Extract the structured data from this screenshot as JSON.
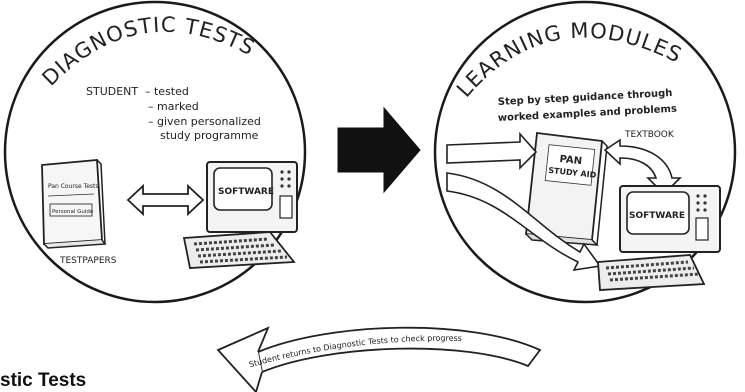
{
  "diagnostic": {
    "title": "DIAGNOSTIC TESTS",
    "student_label": "STUDENT",
    "steps": [
      "– tested",
      "– marked",
      "– given personalized",
      "study programme"
    ],
    "testpapers_label": "TESTPAPERS",
    "software_label": "SOFTWARE",
    "booklet_title": "Pan Course Tests",
    "booklet_subtitle": "Personal Guide"
  },
  "learning": {
    "title": "LEARNING MODULES",
    "guidance_line1": "Step by step guidance through",
    "guidance_line2": "worked examples and problems",
    "textbook_label": "TEXTBOOK",
    "book_title_line1": "PAN",
    "book_title_line2": "STUDY AID",
    "software_label": "SOFTWARE"
  },
  "return_arrow_text": "Student returns to Diagnostic Tests to check progress",
  "bottom_heading": "stic Tests"
}
